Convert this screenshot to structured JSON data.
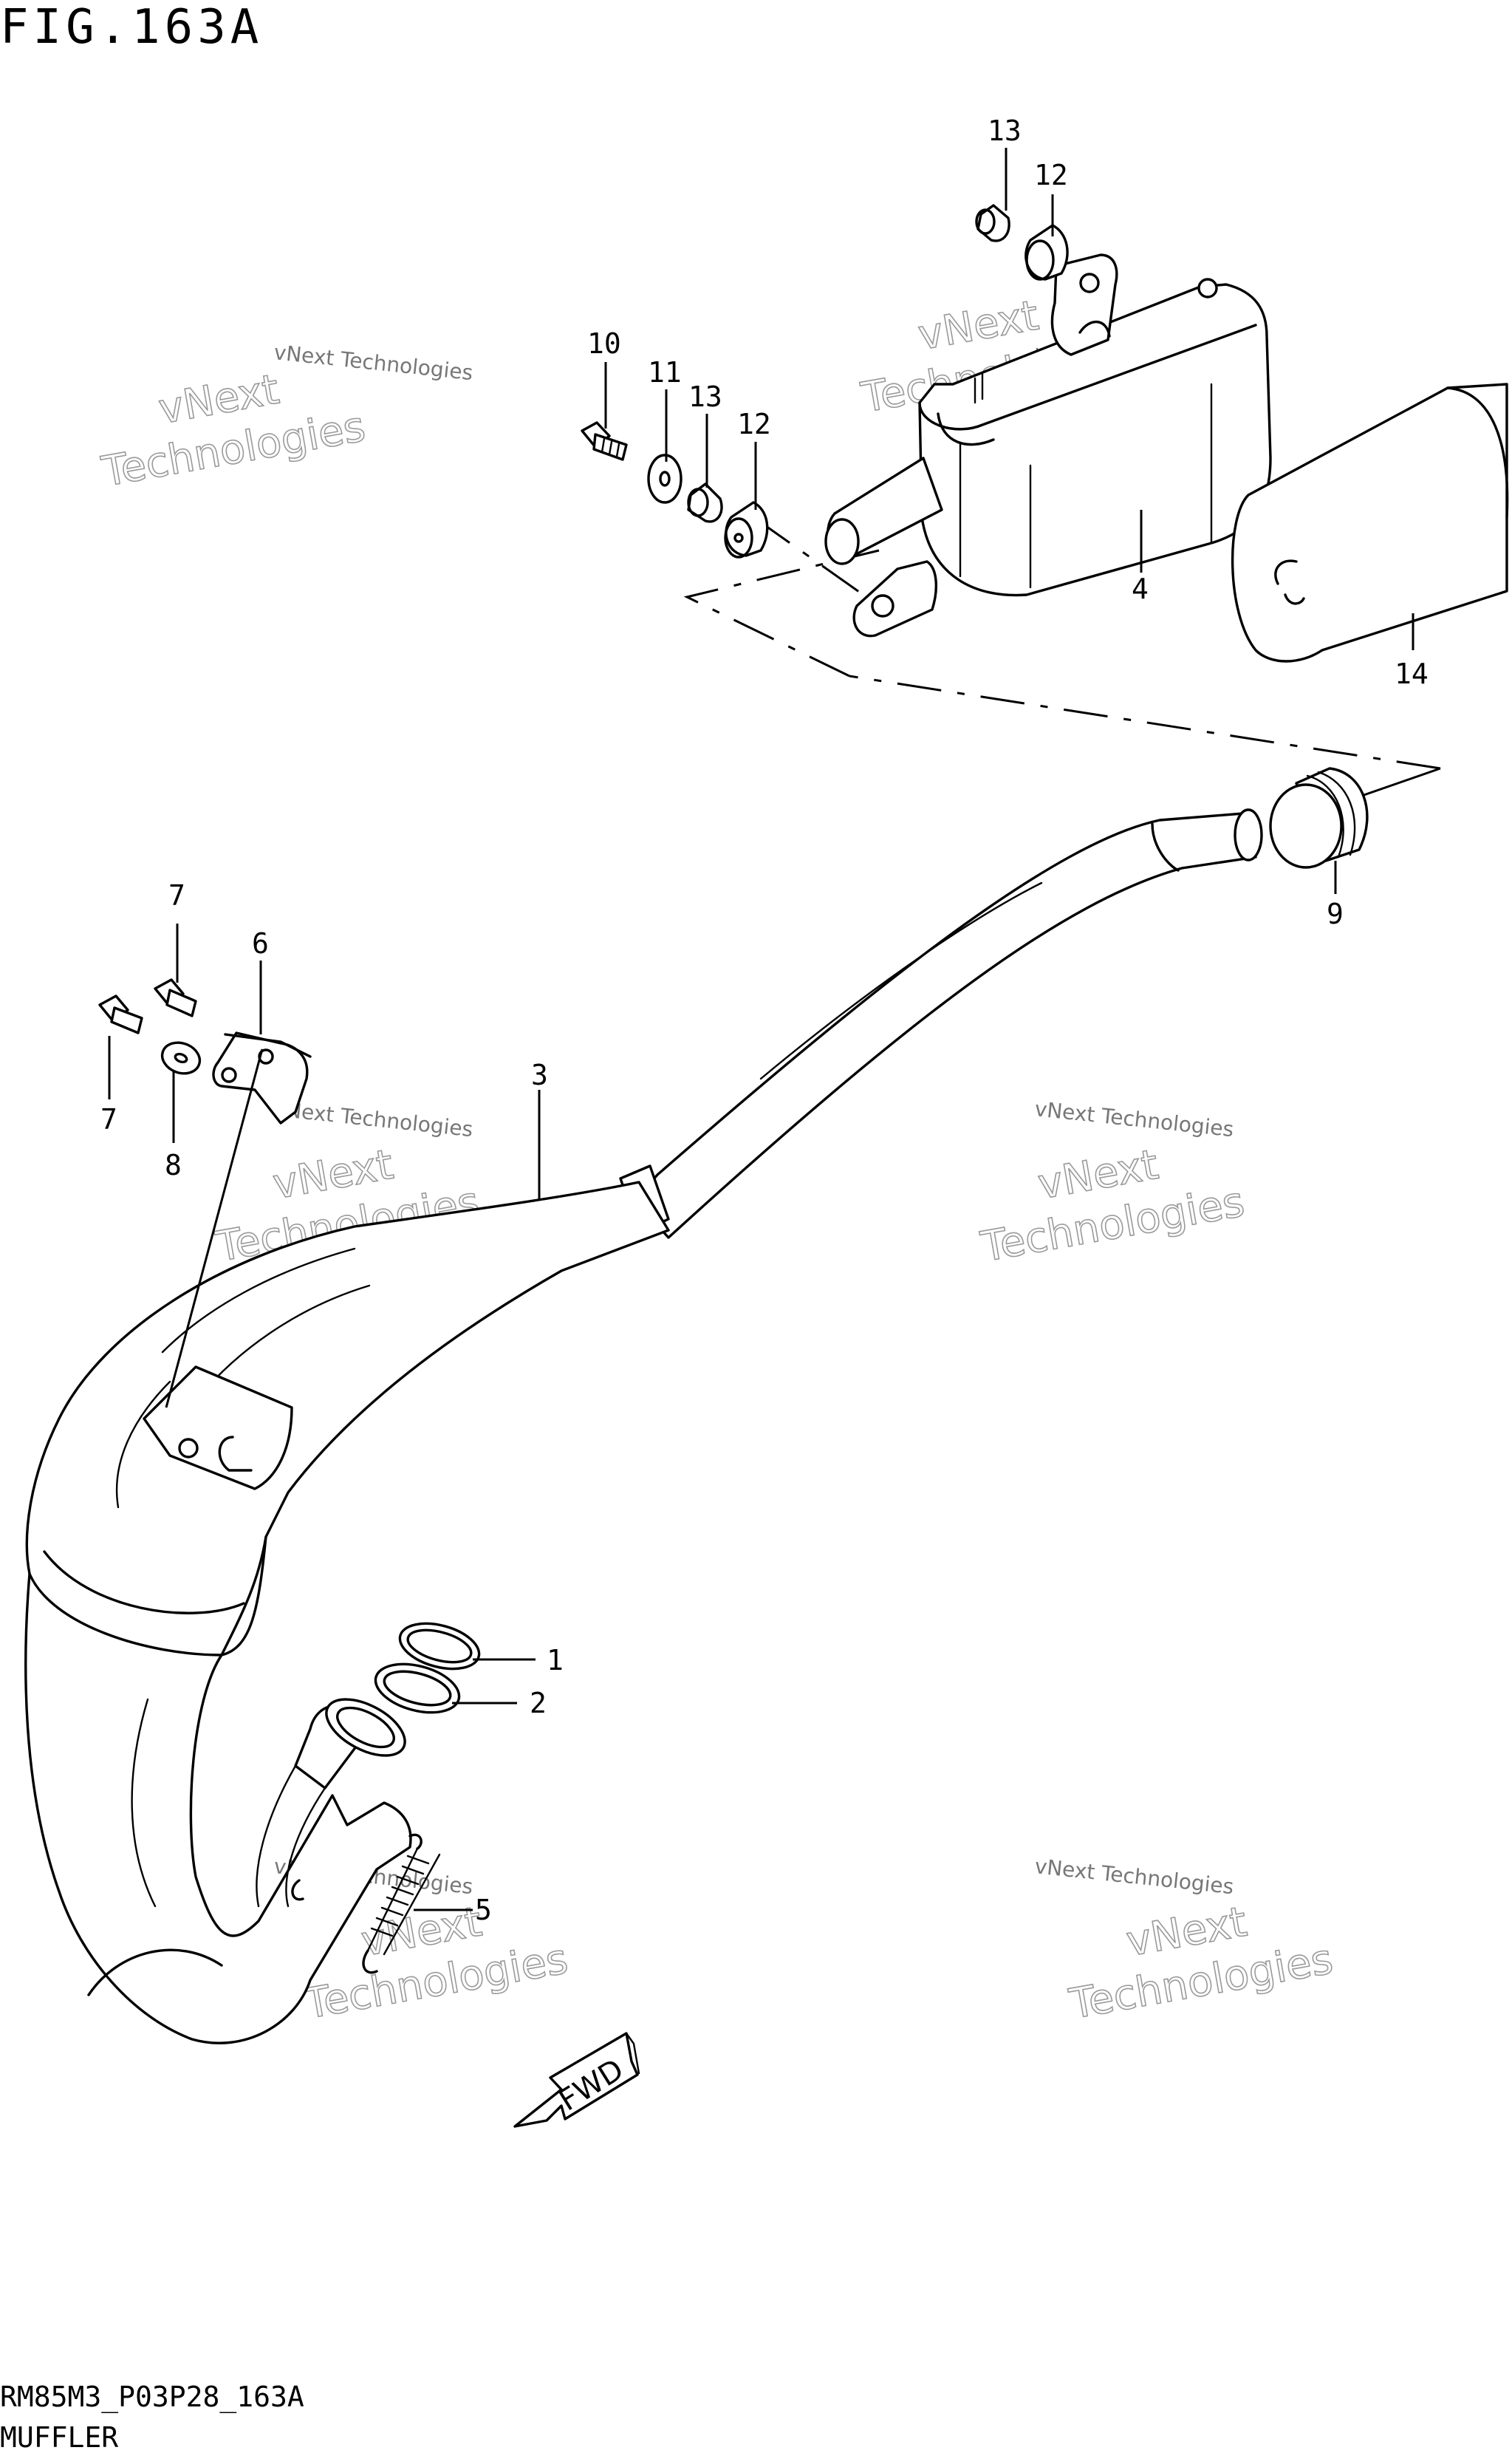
{
  "figure": {
    "title": "FIG.163A",
    "code": "RM85M3_P03P28_163A",
    "name": "MUFFLER"
  },
  "fwd_arrow": {
    "label": "FWD"
  },
  "watermark": {
    "line1": "vNext Technologies",
    "line2": "vNext",
    "line3": "Technologies"
  },
  "callouts": {
    "c1": "1",
    "c2": "2",
    "c3": "3",
    "c4": "4",
    "c5": "5",
    "c6": "6",
    "c7a": "7",
    "c7b": "7",
    "c8": "8",
    "c9": "9",
    "c10": "10",
    "c11": "11",
    "c12a": "12",
    "c12b": "12",
    "c13a": "13",
    "c13b": "13",
    "c14": "14"
  }
}
